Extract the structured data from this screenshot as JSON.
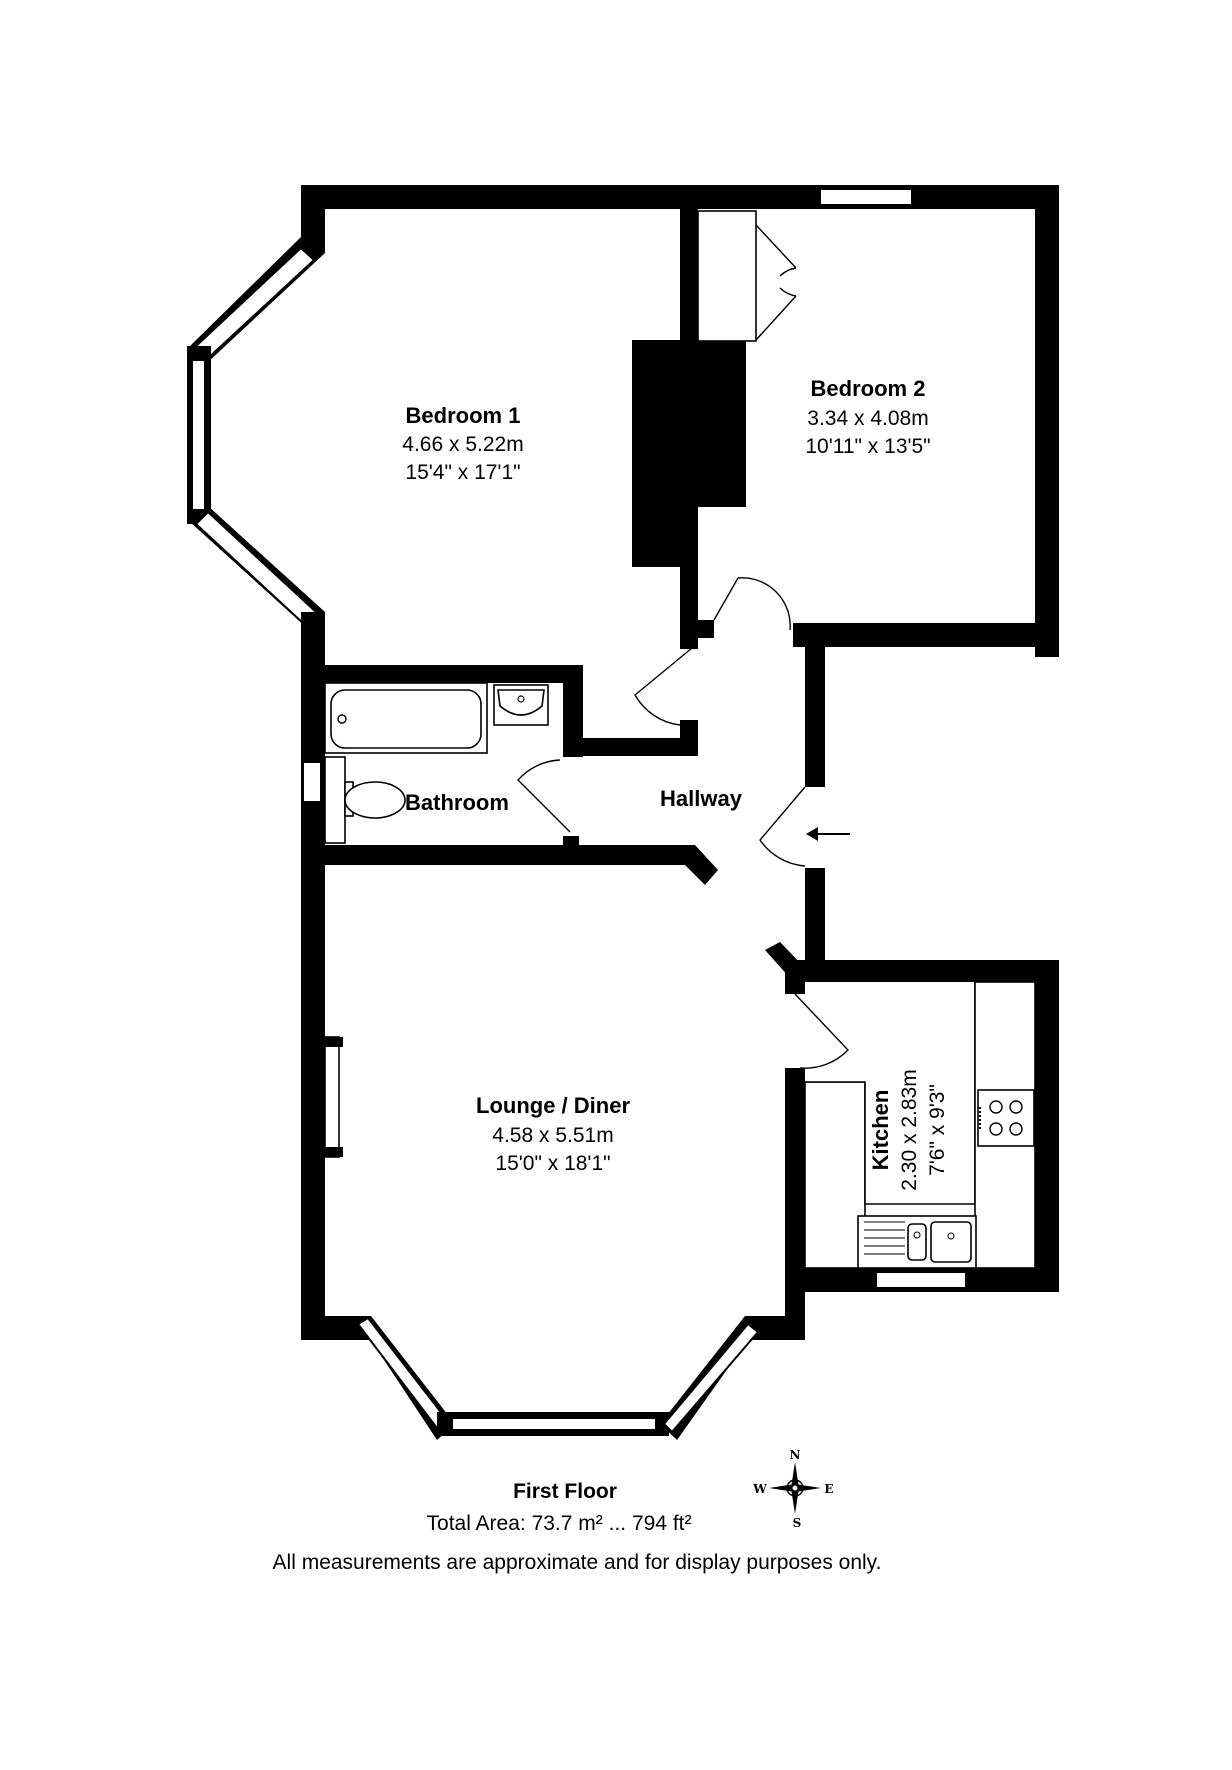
{
  "rooms": {
    "bedroom1": {
      "name": "Bedroom 1",
      "metric": "4.66 x 5.22m",
      "imperial": "15'4\" x 17'1\""
    },
    "bedroom2": {
      "name": "Bedroom 2",
      "metric": "3.34 x 4.08m",
      "imperial": "10'11\" x 13'5\""
    },
    "bathroom": {
      "name": "Bathroom"
    },
    "hallway": {
      "name": "Hallway"
    },
    "lounge": {
      "name": "Lounge / Diner",
      "metric": "4.58 x 5.51m",
      "imperial": "15'0\" x 18'1\""
    },
    "kitchen": {
      "name": "Kitchen",
      "metric": "2.30 x 2.83m",
      "imperial": "7'6\" x 9'3\""
    }
  },
  "footer": {
    "floor": "First Floor",
    "total_area": "Total Area: 73.7 m² ... 794 ft²",
    "disclaimer": "All measurements are approximate and for display purposes only."
  },
  "compass": {
    "n": "N",
    "e": "E",
    "s": "S",
    "w": "W"
  }
}
